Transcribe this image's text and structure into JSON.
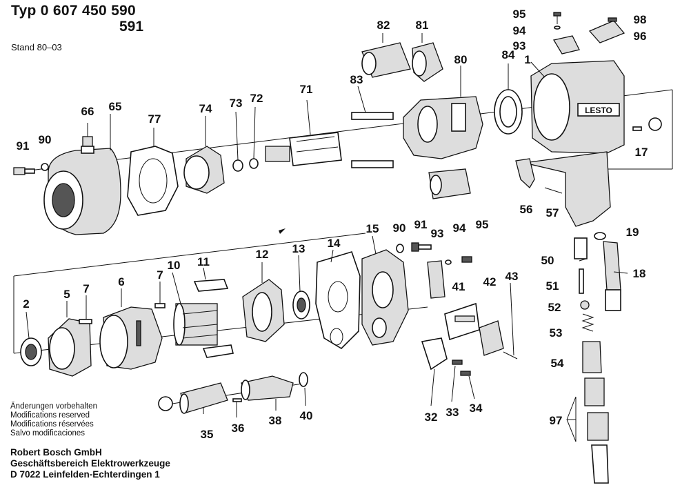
{
  "header": {
    "typ_line": "Typ 0 607 450 590",
    "typ_line2": "591",
    "stand": "Stand 80–03"
  },
  "notes": [
    "Änderungen vorbehalten",
    "Modifications reserved",
    "Modifications réservées",
    "Salvo modificaciones"
  ],
  "company": [
    "Robert Bosch GmbH",
    "Geschäftsbereich Elektrowerkzeuge",
    "D 7022 Leinfelden-Echterdingen 1"
  ],
  "tool_brand": "LESTO",
  "part_labels": [
    "95",
    "98",
    "94",
    "96",
    "93",
    "82",
    "81",
    "1",
    "80",
    "84",
    "83",
    "71",
    "66",
    "65",
    "77",
    "74",
    "73",
    "72",
    "91",
    "90",
    "17",
    "56",
    "57",
    "19",
    "90",
    "91",
    "93",
    "94",
    "95",
    "15",
    "14",
    "13",
    "12",
    "11",
    "10",
    "7",
    "6",
    "5",
    "7",
    "2",
    "50",
    "18",
    "41",
    "42",
    "43",
    "51",
    "52",
    "53",
    "54",
    "32",
    "33",
    "34",
    "35",
    "36",
    "38",
    "40",
    "97"
  ]
}
